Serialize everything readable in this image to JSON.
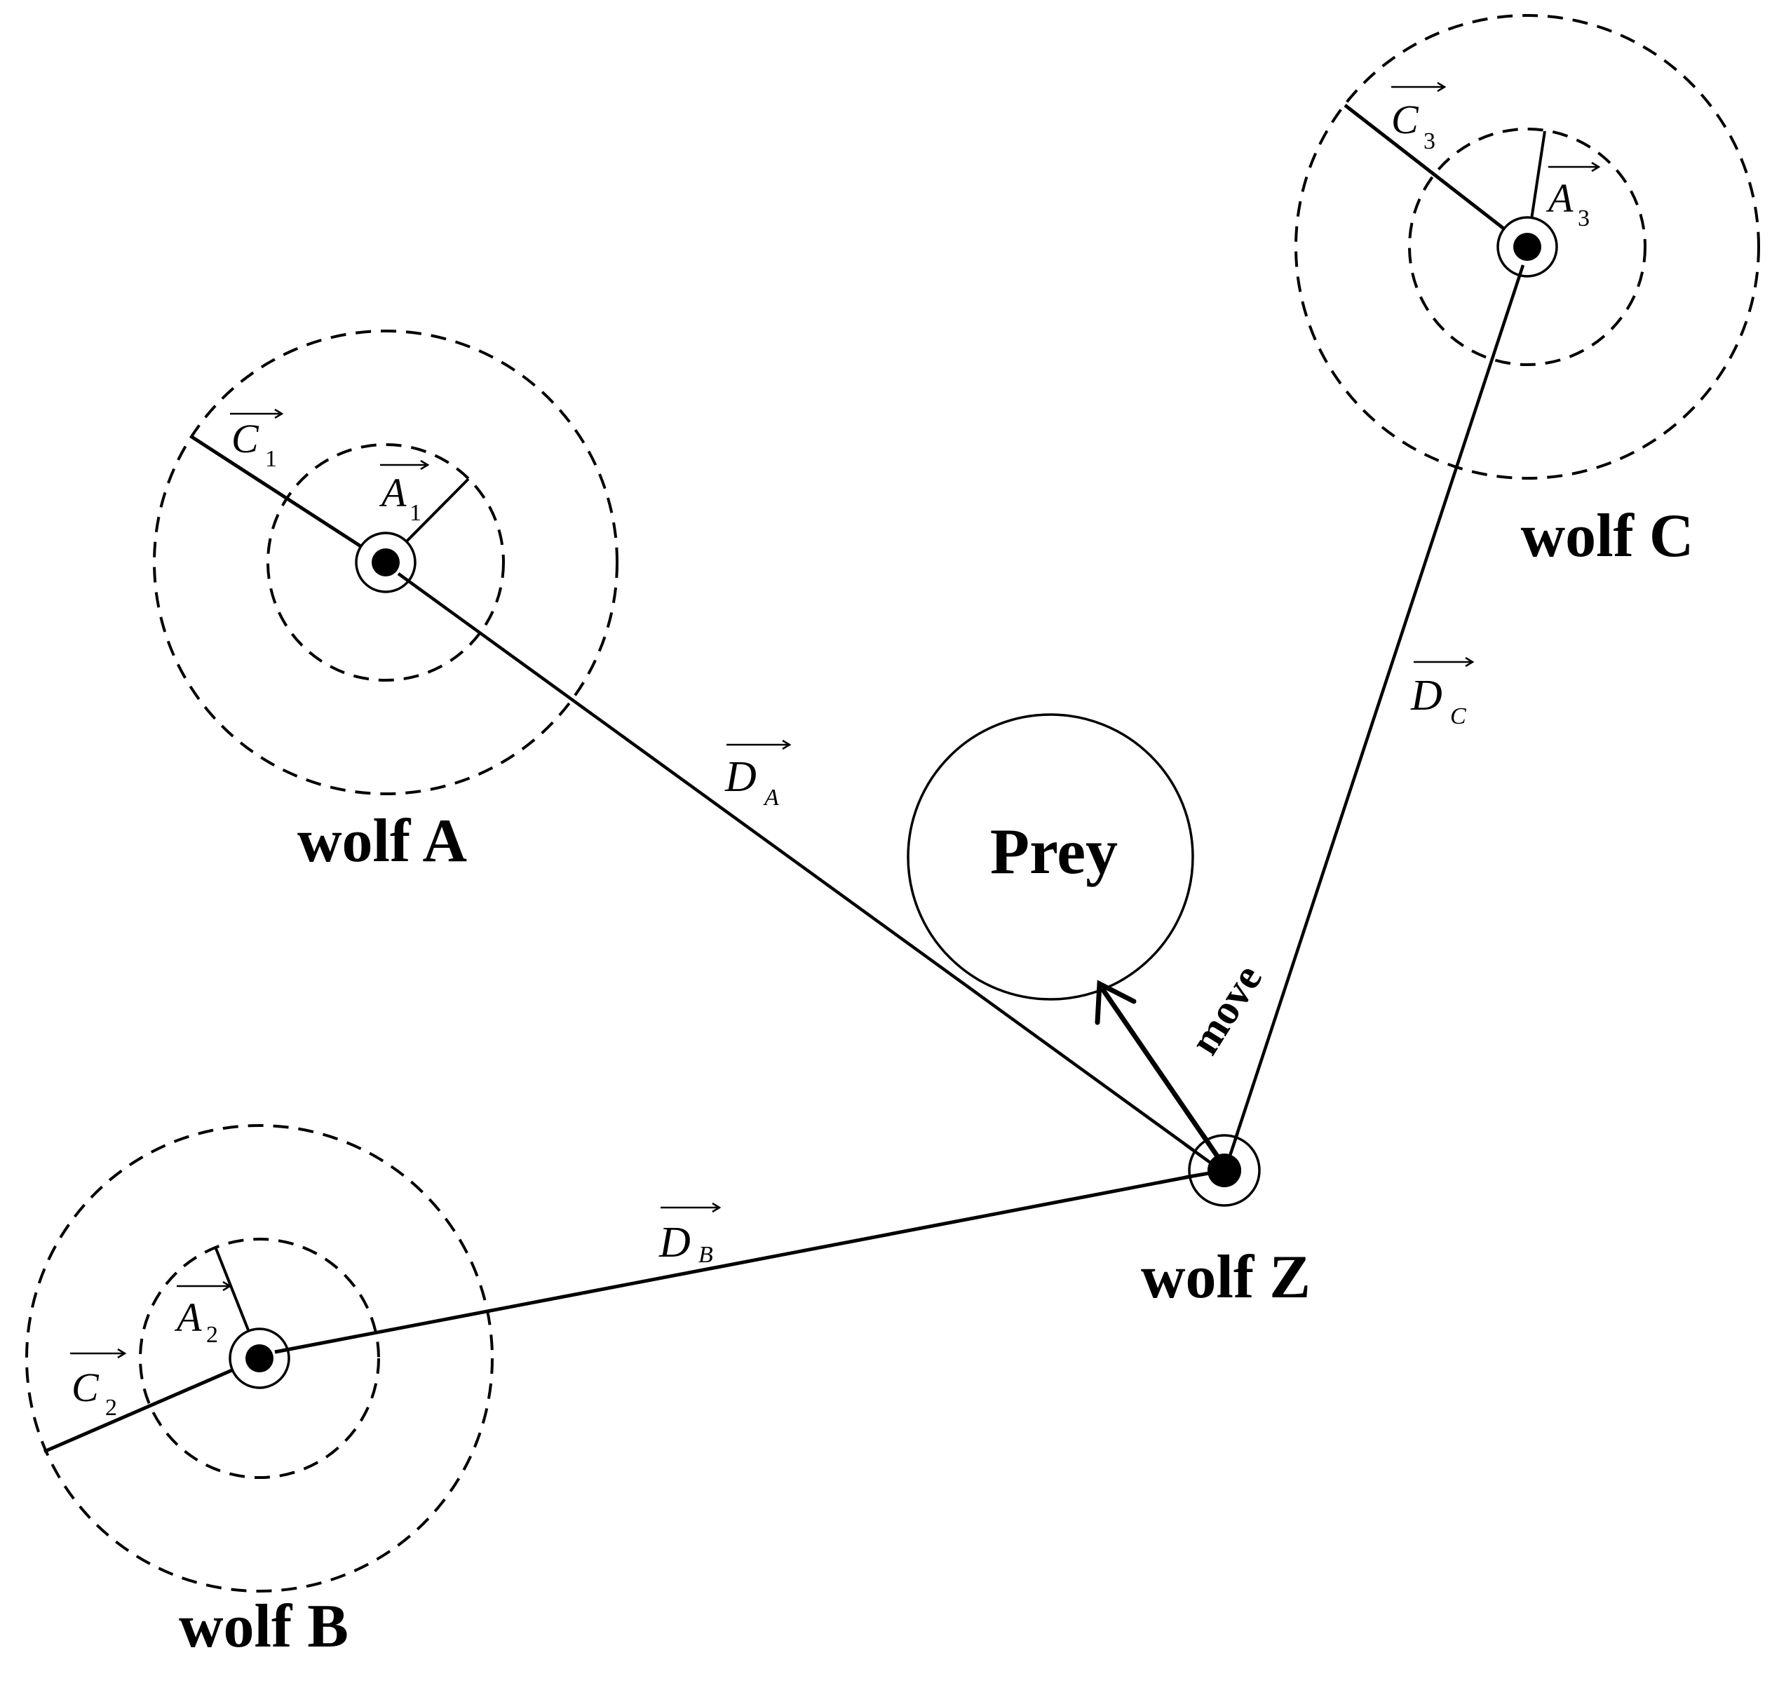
{
  "wolves": {
    "a": {
      "label": "wolf A",
      "vec_a": "A",
      "sub_a": "1",
      "vec_c": "C",
      "sub_c": "1",
      "vec_d": "D",
      "sub_d": "A"
    },
    "b": {
      "label": "wolf B",
      "vec_a": "A",
      "sub_a": "2",
      "vec_c": "C",
      "sub_c": "2",
      "vec_d": "D",
      "sub_d": "B"
    },
    "c": {
      "label": "wolf C",
      "vec_a": "A",
      "sub_a": "3",
      "vec_c": "C",
      "sub_c": "3",
      "vec_d": "D",
      "sub_d": "C"
    },
    "z": {
      "label": "wolf Z"
    }
  },
  "prey": {
    "label": "Prey"
  },
  "move": {
    "label": "move"
  }
}
